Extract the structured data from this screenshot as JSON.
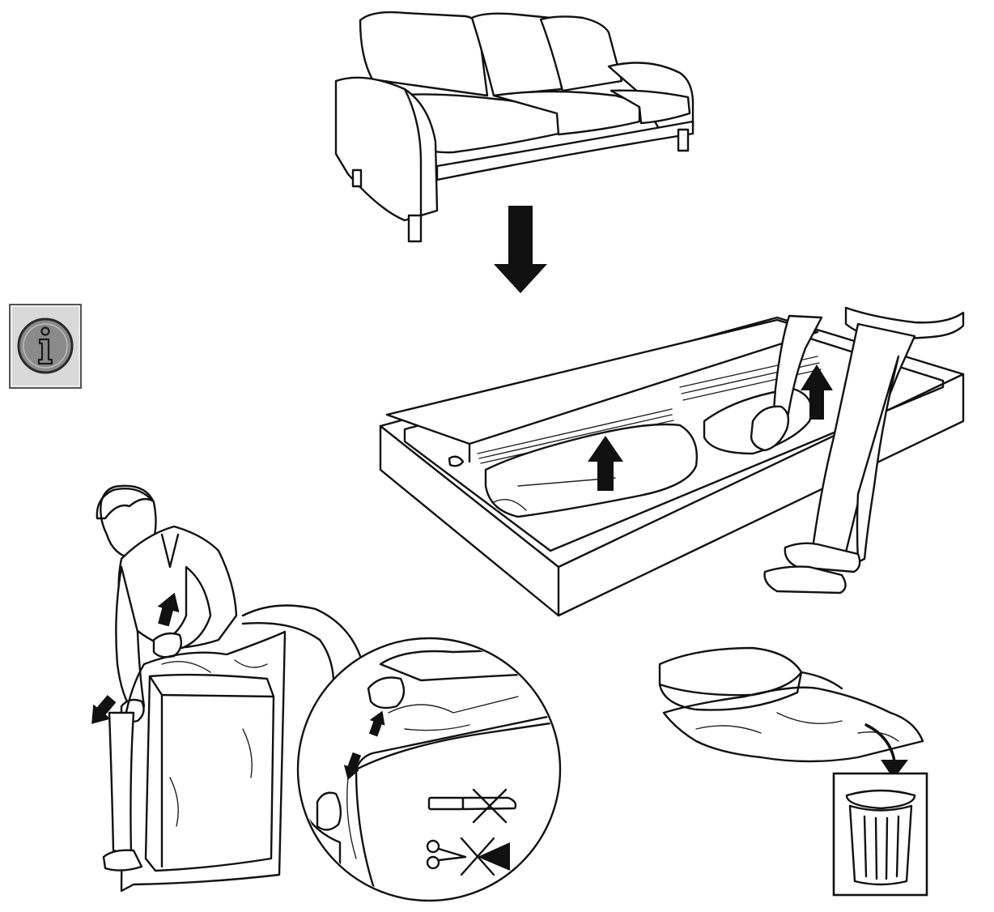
{
  "document": {
    "kind": "assembly-instruction-sheet",
    "text_content": []
  },
  "steps": [
    {
      "name": "sofa",
      "icon": "sofa-icon"
    },
    {
      "name": "lift-out-packed-cushions",
      "icon": "lift-arrows-icon"
    },
    {
      "name": "remove-cushion-packaging",
      "icon": "pull-arrows-icon"
    },
    {
      "name": "no-knife-no-scissors",
      "icon": "no-sharp-tools-icon"
    },
    {
      "name": "discard-packaging",
      "icon": "trash-bin-icon"
    }
  ],
  "colors": {
    "line": "#111111",
    "background": "#ffffff",
    "info_badge_bg": "#d9d9d9",
    "info_badge_circle": "#8a8a8a"
  }
}
